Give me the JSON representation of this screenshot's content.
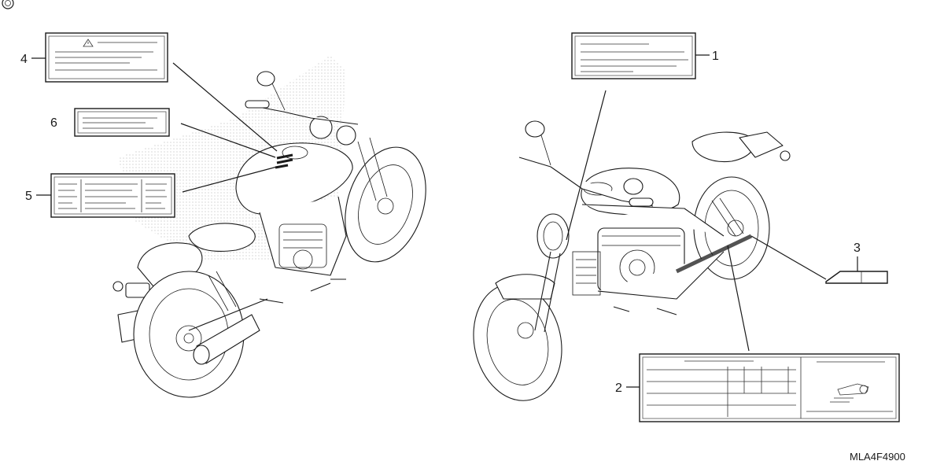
{
  "diagram_code": "MLA4F4900",
  "callouts": [
    {
      "number": "1",
      "part": "label-1"
    },
    {
      "number": "2",
      "part": "label-2"
    },
    {
      "number": "3",
      "part": "label-3"
    },
    {
      "number": "4",
      "part": "label-4"
    },
    {
      "number": "5",
      "part": "label-5"
    },
    {
      "number": "6",
      "part": "label-6"
    }
  ],
  "colors": {
    "ink": "#1a1a1a",
    "stipple": "#9a9a9a",
    "background": "#ffffff"
  },
  "icons": {
    "corner_mark": "registered-circle-icon",
    "warning": "warning-triangle-icon"
  }
}
